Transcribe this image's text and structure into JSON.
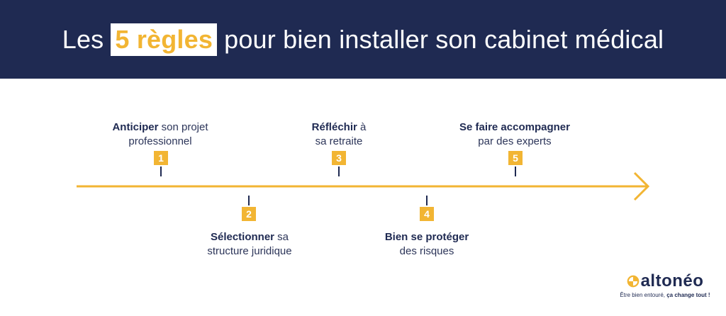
{
  "header": {
    "title_before": "Les",
    "title_highlight": "5 règles",
    "title_after": "pour bien installer son cabinet médical"
  },
  "colors": {
    "navy": "#1f2a52",
    "accent": "#f2b533",
    "background": "#ffffff"
  },
  "steps": [
    {
      "number": "1",
      "bold": "Anticiper",
      "rest": " son projet",
      "line2": "professionnel"
    },
    {
      "number": "2",
      "bold": "Sélectionner",
      "rest": " sa",
      "line2": "structure juridique"
    },
    {
      "number": "3",
      "bold": "Réfléchir",
      "rest": " à",
      "line2": "sa retraite"
    },
    {
      "number": "4",
      "bold": "Bien se protéger",
      "rest": "",
      "line2": "des risques"
    },
    {
      "number": "5",
      "bold": "Se faire accompagner",
      "rest": "",
      "line2": "par des experts"
    }
  ],
  "logo": {
    "name": "altonéo",
    "tagline_start": "Être bien entouré, ",
    "tagline_bold": "ça change tout !"
  },
  "icons": {
    "timeline_arrow": "arrow-right-icon",
    "logo_mark": "altoneo-logo-icon"
  }
}
